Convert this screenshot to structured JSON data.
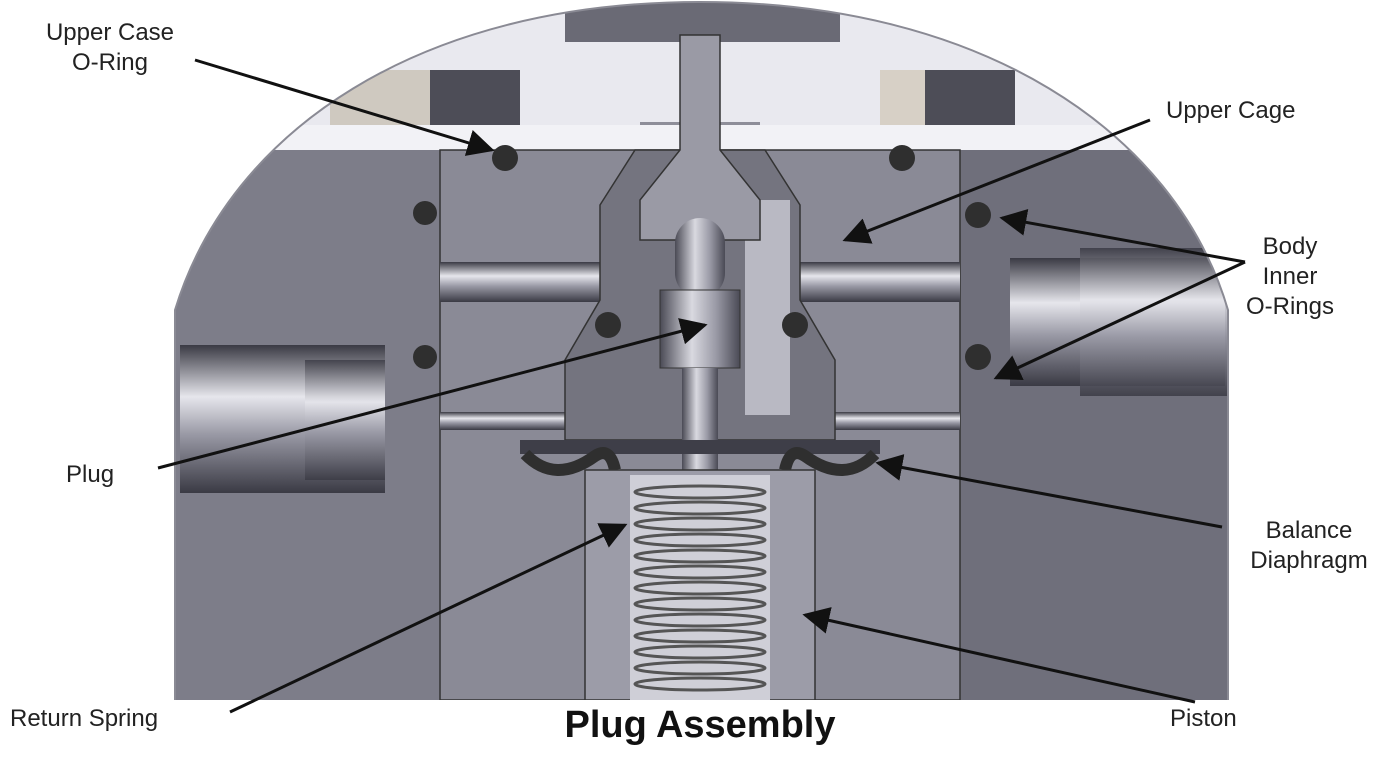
{
  "title": "Plug Assembly",
  "labels": {
    "upper_case_oring_line1": "Upper Case",
    "upper_case_oring_line2": "O-Ring",
    "upper_cage": "Upper Cage",
    "body_inner_orings_line1": "Body",
    "body_inner_orings_line2": "Inner",
    "body_inner_orings_line3": "O-Rings",
    "plug": "Plug",
    "balance_diaphragm_line1": "Balance",
    "balance_diaphragm_line2": "Diaphragm",
    "return_spring": "Return Spring",
    "piston": "Piston"
  },
  "colors": {
    "body": "#7f7f8c",
    "body_dark": "#55555f",
    "body_light": "#c4c4cc",
    "cap_light": "#e8e8ee",
    "oring": "#2f2f2f",
    "arrow": "#111111"
  }
}
